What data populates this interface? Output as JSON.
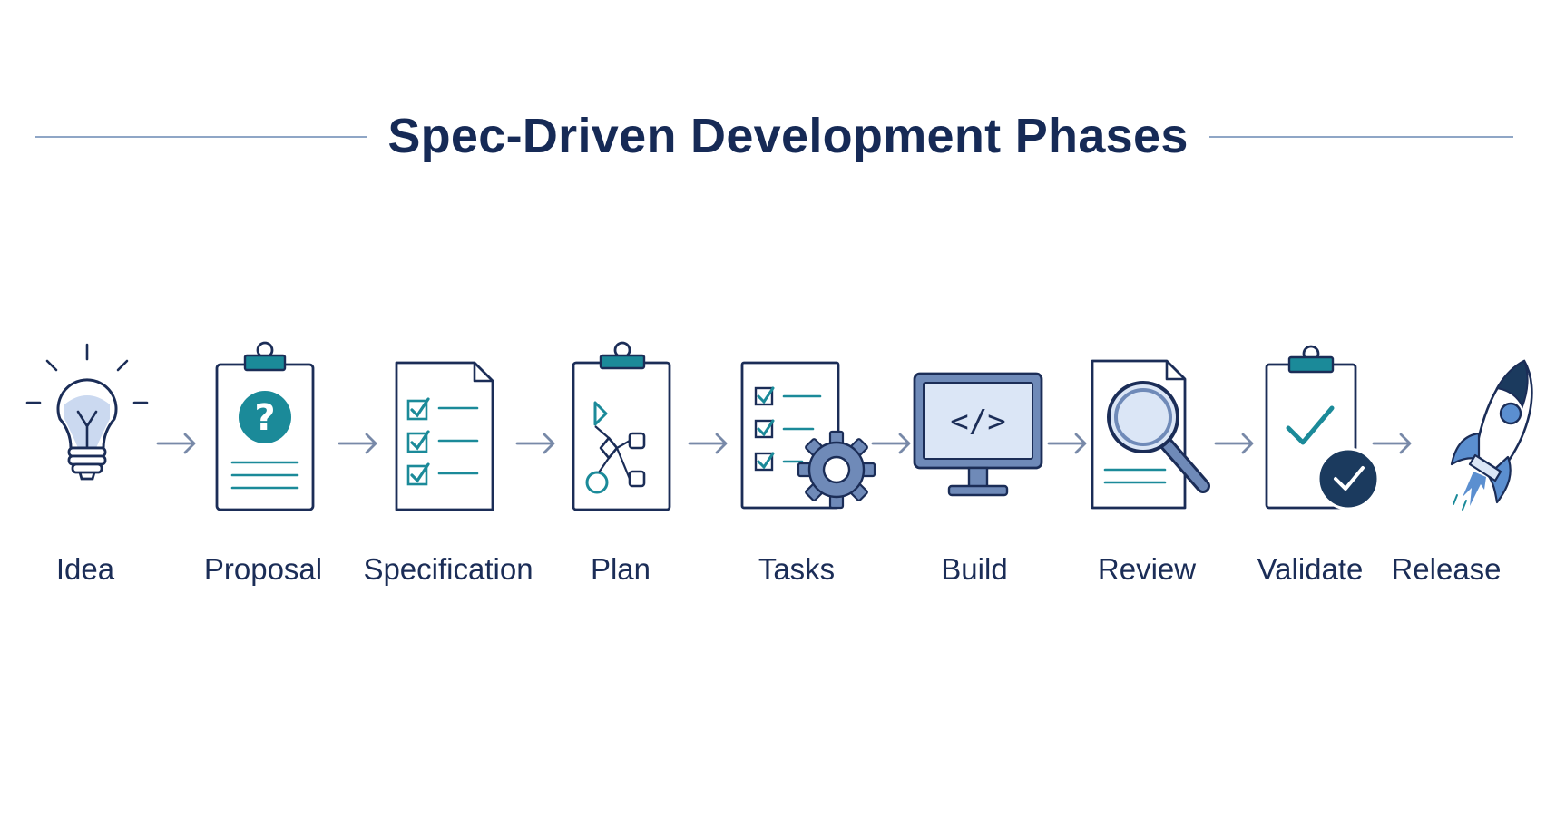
{
  "title": "Spec-Driven Development Phases",
  "phases": [
    {
      "label": "Idea",
      "icon": "lightbulb-icon"
    },
    {
      "label": "Proposal",
      "icon": "clipboard-question-icon"
    },
    {
      "label": "Specification",
      "icon": "checklist-document-icon"
    },
    {
      "label": "Plan",
      "icon": "clipboard-flowchart-icon"
    },
    {
      "label": "Tasks",
      "icon": "task-list-gear-icon"
    },
    {
      "label": "Build",
      "icon": "monitor-code-icon"
    },
    {
      "label": "Review",
      "icon": "document-magnifier-icon"
    },
    {
      "label": "Validate",
      "icon": "clipboard-check-icon"
    },
    {
      "label": "Release",
      "icon": "rocket-icon"
    }
  ],
  "colors": {
    "title": "#162a56",
    "navy": "#1b2d57",
    "teal": "#1b8a99",
    "light_blue": "#cbd9f0",
    "mid_blue": "#5b8fd0",
    "arrow": "#7889a8",
    "rule": "#8fa6c6"
  }
}
